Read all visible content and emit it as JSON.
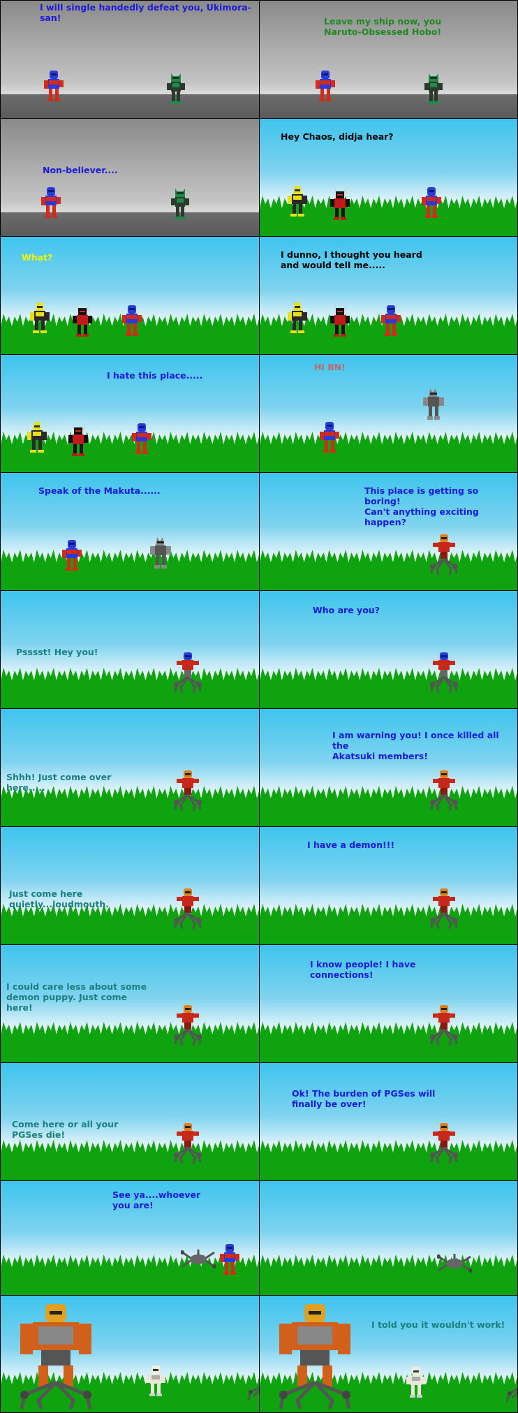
{
  "comic": {
    "panels": [
      {
        "bg": "gray",
        "caption": "I will single handedly defeat you, Ukimora-san!",
        "color": "#1a1adb"
      },
      {
        "bg": "gray",
        "caption": "Leave my ship now, you\nNaruto-Obsessed Hobo!",
        "color": "#1e8a1e"
      },
      {
        "bg": "gray",
        "caption": "Non-believer....",
        "color": "#1a1adb"
      },
      {
        "bg": "sky",
        "caption": "Hey Chaos, didja hear?",
        "color": "#000000"
      },
      {
        "bg": "sky",
        "caption": "What?",
        "color": "#f4f400"
      },
      {
        "bg": "sky",
        "caption": "I dunno, I thought you heard\nand would tell me.....",
        "color": "#000000"
      },
      {
        "bg": "sky",
        "caption": "I hate this place.....",
        "color": "#1a1adb"
      },
      {
        "bg": "sky",
        "caption": "Hi BN!",
        "color": "#c06a6a"
      },
      {
        "bg": "sky",
        "caption": "Speak of the Makuta......",
        "color": "#1a1adb"
      },
      {
        "bg": "sky",
        "caption": "This place is getting so boring!\n Can't anything exciting\nhappen?",
        "color": "#1a1adb"
      },
      {
        "bg": "sky",
        "caption": "Psssst!  Hey you!",
        "color": "#1b7f7f"
      },
      {
        "bg": "sky",
        "caption": "Who are you?",
        "color": "#1a1adb"
      },
      {
        "bg": "sky",
        "caption": "Shhh!  Just come over\nhere.....",
        "color": "#1b7f7f"
      },
      {
        "bg": "sky",
        "caption": "I am warning you!  I once killed all the\nAkatsuki members!",
        "color": "#1a1adb"
      },
      {
        "bg": "sky",
        "caption": "Just come here\nquietly...loudmouth.",
        "color": "#1b7f7f"
      },
      {
        "bg": "sky",
        "caption": "I have a demon!!!",
        "color": "#1a1adb"
      },
      {
        "bg": "sky",
        "caption": "I could care less about some\ndemon puppy.  Just come\nhere!",
        "color": "#1b7f7f"
      },
      {
        "bg": "sky",
        "caption": "I know people!  I have\nconnections!",
        "color": "#1a1adb"
      },
      {
        "bg": "sky",
        "caption": "Come here or all your\nPGSes die!",
        "color": "#1b7f7f"
      },
      {
        "bg": "sky",
        "caption": "Ok!  The burden of PGSes will\nfinally be over!",
        "color": "#1a1adb"
      },
      {
        "bg": "sky",
        "caption": "See ya....whoever\nyou are!",
        "color": "#1a1adb"
      },
      {
        "bg": "sky",
        "caption": "",
        "color": "#1a1adb"
      },
      {
        "bg": "sky",
        "caption": "",
        "color": "#1a1adb"
      },
      {
        "bg": "sky",
        "caption": "I told you it wouldn't work!",
        "color": "#1b7f7f"
      }
    ]
  }
}
